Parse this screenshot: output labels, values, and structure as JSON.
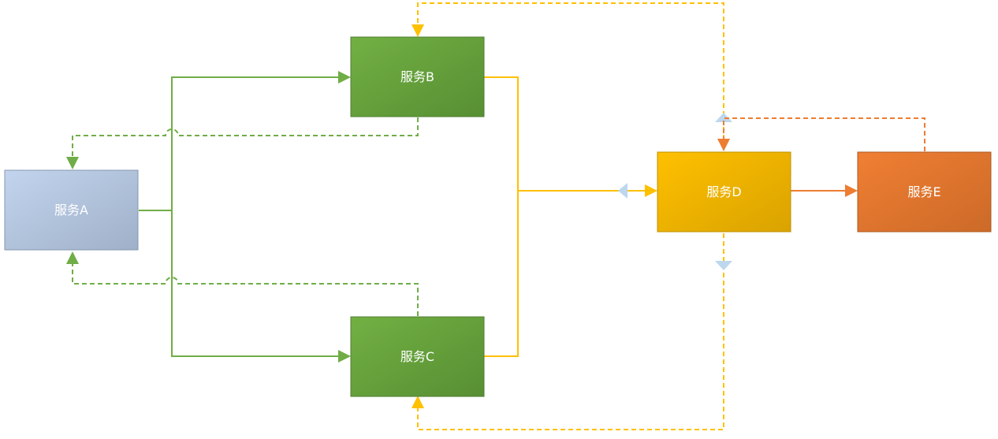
{
  "nodes": {
    "a": {
      "label": "服务A"
    },
    "b": {
      "label": "服务B"
    },
    "c": {
      "label": "服务C"
    },
    "d": {
      "label": "服务D"
    },
    "e": {
      "label": "服务E"
    }
  },
  "colors": {
    "green": "#70ad47",
    "yellow": "#ffc000",
    "orange": "#ed7d31",
    "light_blue": "#bdd7ee",
    "node_a_top": "#c3d4ee",
    "node_a_bottom": "#9fb0c8",
    "node_green_top": "#72b043",
    "node_green_bottom": "#578f33",
    "node_d_top": "#ffc000",
    "node_d_bottom": "#d9a300",
    "node_e_top": "#f07f33",
    "node_e_bottom": "#cc6a28"
  }
}
